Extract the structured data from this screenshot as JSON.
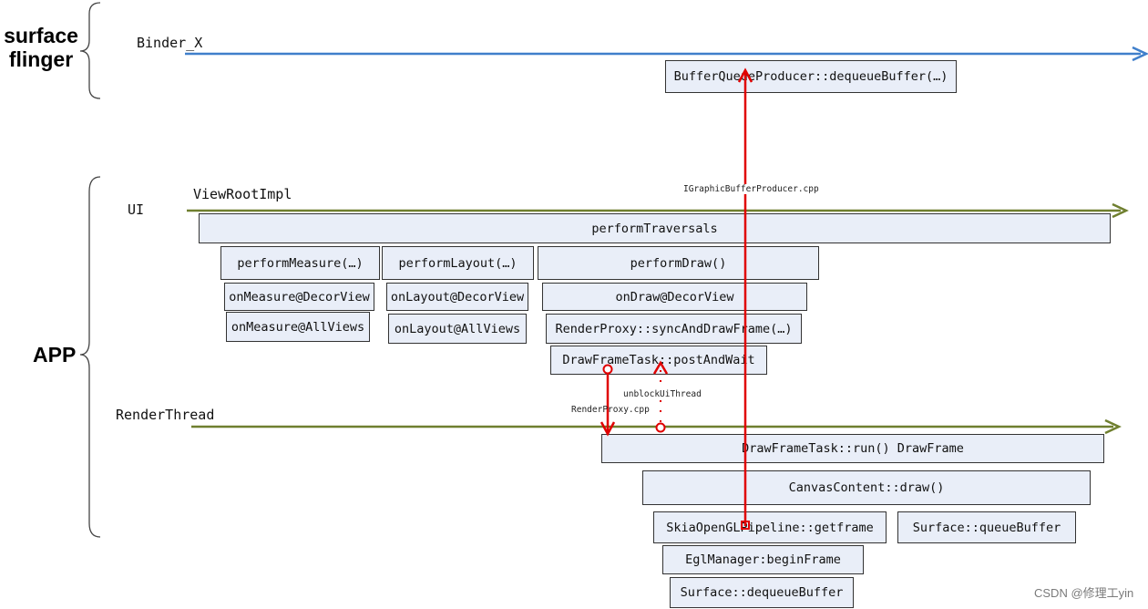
{
  "groups": {
    "surface_flinger": "surface\nflinger",
    "app": "APP"
  },
  "lanes": {
    "binder": "Binder_X",
    "ui": "UI",
    "view_root": "ViewRootImpl",
    "render_thread": "RenderThread"
  },
  "boxes": {
    "dequeue_producer": "BufferQueueProducer::dequeueBuffer(…)",
    "perform_traversals": "performTraversals",
    "perform_measure": "performMeasure(…)",
    "perform_layout": "performLayout(…)",
    "perform_draw": "performDraw()",
    "on_measure_decor": "onMeasure@DecorView",
    "on_layout_decor": "onLayout@DecorView",
    "on_draw_decor": "onDraw@DecorView",
    "on_measure_all": "onMeasure@AllViews",
    "on_layout_all": "onLayout@AllViews",
    "sync_and_draw": "RenderProxy::syncAndDrawFrame(…)",
    "post_and_wait": "DrawFrameTask::postAndWait",
    "draw_frame_run": "DrawFrameTask::run()   DrawFrame",
    "canvas_draw": "CanvasContent::draw()",
    "skia_getframe": "SkiaOpenGLPipeline::getframe",
    "queue_buffer": "Surface::queueBuffer",
    "egl_begin": "EglManager:beginFrame",
    "surface_dequeue": "Surface::dequeueBuffer"
  },
  "notes": {
    "igbp": "IGraphicBufferProducer.cpp",
    "unblock": "unblockUiThread",
    "render_proxy_cpp": "RenderProxy.cpp"
  },
  "watermark": "CSDN @修理工yin",
  "colors": {
    "binder_line": "#3f7fcb",
    "thread_line": "#6f7f2f",
    "call_arrow": "#e00000",
    "box_fill": "#e9eef8"
  }
}
